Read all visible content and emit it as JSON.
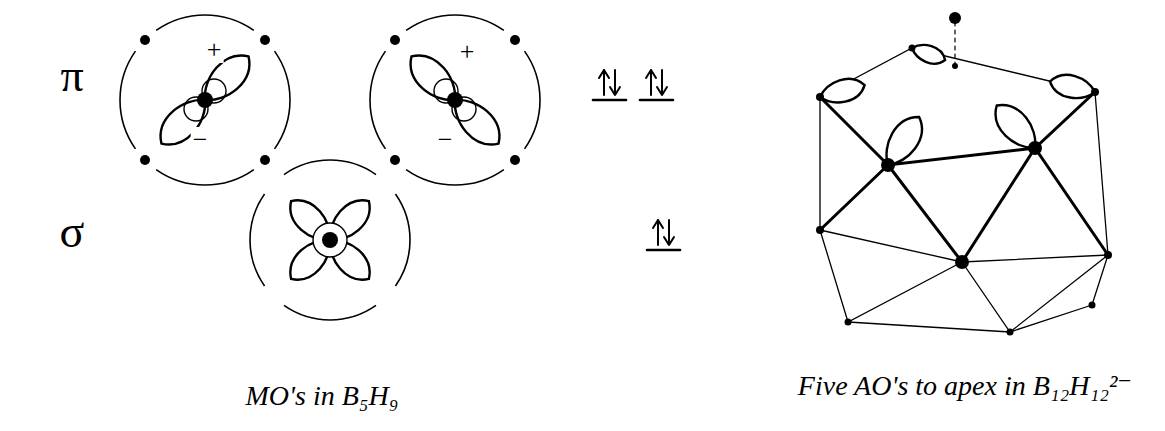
{
  "diagram": {
    "labels": [
      "π",
      "+",
      "−",
      "+",
      "−",
      "σ",
      "MO's in B₅H₉",
      "Five AO's to apex in B₁₂H₁₂²⁻"
    ]
  }
}
